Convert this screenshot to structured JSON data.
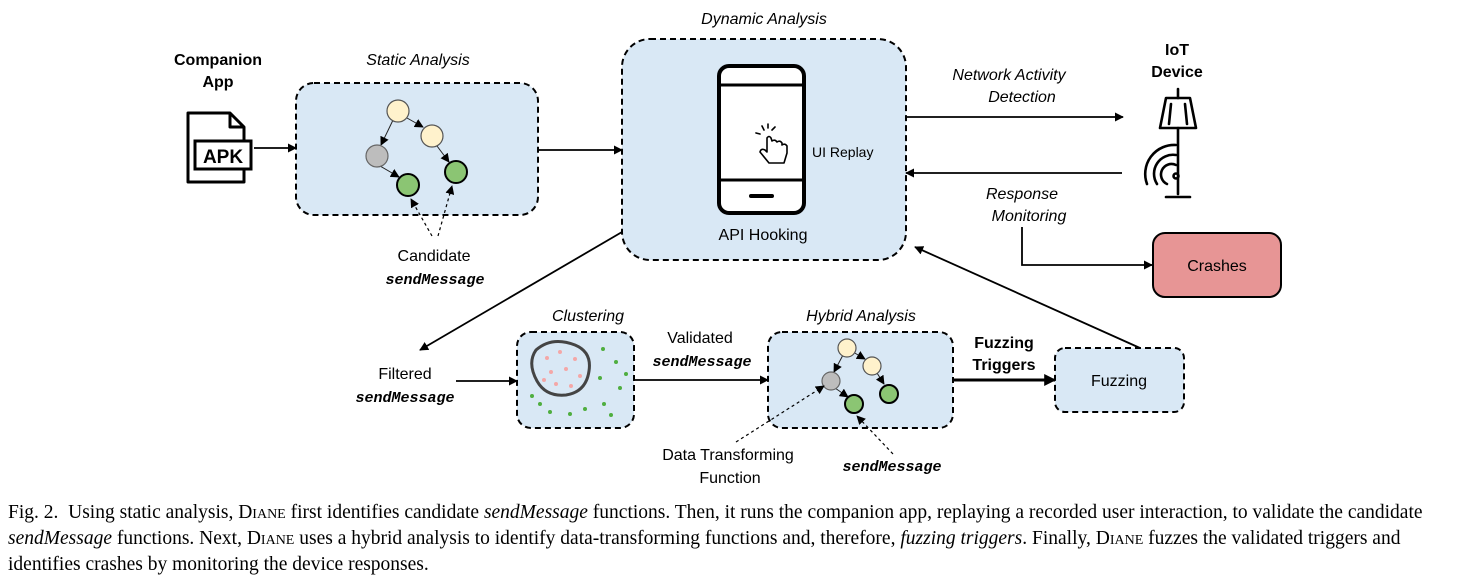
{
  "diagram": {
    "companion_app": {
      "line1": "Companion",
      "line2": "App",
      "file_label": "APK"
    },
    "static_analysis": {
      "title": "Static Analysis"
    },
    "candidate": {
      "line1": "Candidate",
      "line2": "sendMessage"
    },
    "dynamic_analysis": {
      "title": "Dynamic Analysis",
      "ui_replay": "UI Replay",
      "api_hooking": "API Hooking"
    },
    "network": {
      "line1": "Network Activity",
      "line2": "Detection"
    },
    "iot_device": {
      "line1": "IoT",
      "line2": "Device"
    },
    "response": {
      "line1": "Response",
      "line2": "Monitoring"
    },
    "crashes": {
      "label": "Crashes",
      "color": "#e79595"
    },
    "filtered": {
      "line1": "Filtered",
      "line2": "sendMessage"
    },
    "clustering": {
      "title": "Clustering"
    },
    "validated": {
      "line1": "Validated",
      "line2": "sendMessage"
    },
    "hybrid_analysis": {
      "title": "Hybrid Analysis"
    },
    "fuzzing_triggers": {
      "line1": "Fuzzing",
      "line2": "Triggers"
    },
    "fuzzing": {
      "label": "Fuzzing"
    },
    "data_transforming": {
      "line1": "Data Transforming",
      "line2": "Function"
    },
    "send_message_label": "sendMessage",
    "colors": {
      "box_fill": "#d9e8f5",
      "node_yellow": "#fff2cc",
      "node_gray": "#bdbdbd",
      "node_green": "#8bc573",
      "cluster_red_dot": "#f4a7a7",
      "cluster_green_dot": "#4fae3f"
    }
  },
  "caption": {
    "fig": "Fig. 2.",
    "p1": "Using static analysis,",
    "diane": "Diane",
    "p2": "first identifies candidate",
    "sm": "sendMessage",
    "p3": "functions. Then, it runs the companion app, replaying a recorded user interaction, to validate the candidate",
    "p4": "functions. Next,",
    "p5": "uses a hybrid analysis to identify data-transforming functions and, therefore,",
    "ft": "fuzzing triggers",
    "p6": ". Finally,",
    "p7": "fuzzes the validated triggers and identifies crashes by monitoring the device responses."
  }
}
